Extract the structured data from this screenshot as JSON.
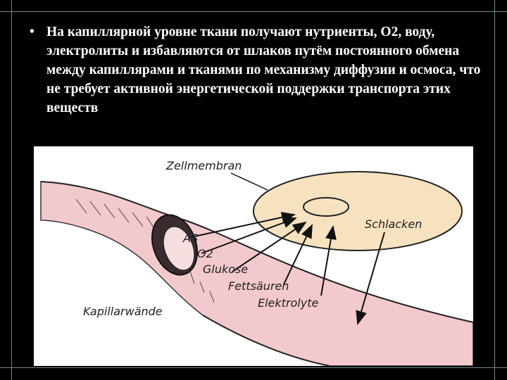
{
  "slide": {
    "bullet_text": "На капиллярной уровне ткани получают нутриенты, О2, воду, электролиты и избавляются от шлаков путём постоянного обмена между капиллярами и тканями по механизму диффузии и осмоса, что не требует активной энергетической поддержки  транспорта этих веществ",
    "bullet_symbol": "•"
  },
  "diagram": {
    "labels": {
      "zellmembran": "Zellmembran",
      "schlacken": "Schlacken",
      "as": "AS",
      "o2": "O2",
      "glukose": "Glukose",
      "fettsaeuren": "Fettsäuren",
      "elektrolyte": "Elektrolyte",
      "kapillarwaende": "Kapillarwände"
    }
  },
  "colors": {
    "background": "#000000",
    "text": "#ffffff",
    "frame": "#6f8a8a",
    "capillary_pink": "#f2c9cc",
    "cell_fill": "#f6e2bf"
  }
}
